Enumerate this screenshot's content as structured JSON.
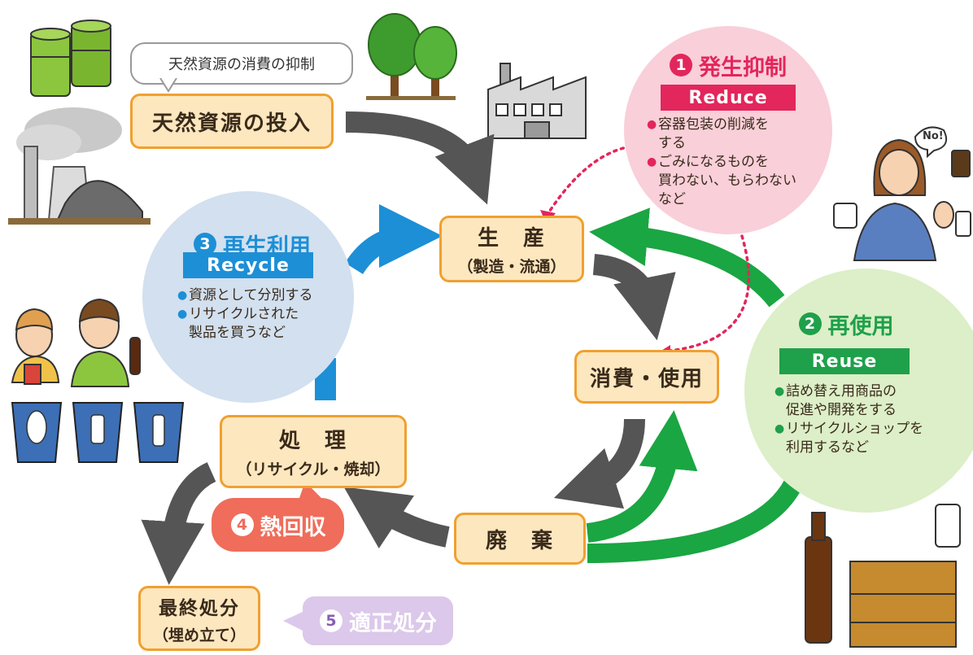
{
  "speech_bubble": "天然資源の消費の抑制",
  "nodes": {
    "resources": "天然資源の投入",
    "production_title": "生　産",
    "production_sub": "（製造・流通）",
    "consumption": "消費・使用",
    "disposal": "廃　棄",
    "treatment_title": "処　理",
    "treatment_sub": "（リサイクル・焼却）",
    "final_title": "最終処分",
    "final_sub": "（埋め立て）"
  },
  "reduce": {
    "number": "1",
    "title": "発生抑制",
    "english": "Reduce",
    "bullet1_line1": "容器包装の削減を",
    "bullet1_line2": "する",
    "bullet2_line1": "ごみになるものを",
    "bullet2_line2": "買わない、もらわない",
    "bullet2_line3": "など",
    "color": "#e3265b"
  },
  "reuse": {
    "number": "2",
    "title": "再使用",
    "english": "Reuse",
    "bullet1_line1": "詰め替え用商品の",
    "bullet1_line2": "促進や開発をする",
    "bullet2_line1": "リサイクルショップを",
    "bullet2_line2": "利用するなど",
    "color": "#1fa04a"
  },
  "recycle": {
    "number": "3",
    "title": "再生利用",
    "english": "Recycle",
    "bullet1": "資源として分別する",
    "bullet2_line1": "リサイクルされた",
    "bullet2_line2": "製品を買うなど",
    "color": "#1d8fd6"
  },
  "heat": {
    "number": "4",
    "title": "熱回収"
  },
  "proper": {
    "number": "5",
    "title": "適正処分"
  },
  "sign_text": "No!",
  "bullet_glyph": "●",
  "colors": {
    "node_fill": "#fde7bf",
    "node_border": "#f0a030",
    "gray_arrow": "#555555",
    "green_arrow": "#1aa642",
    "blue_arrow": "#1d8fd6"
  }
}
